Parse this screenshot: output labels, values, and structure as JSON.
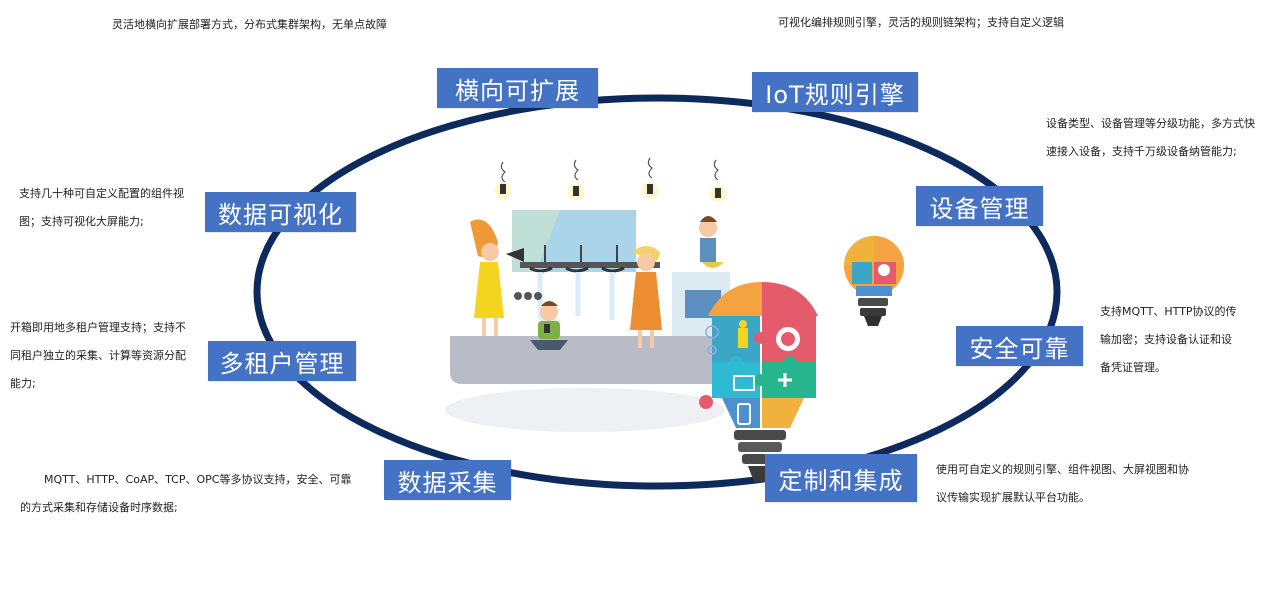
{
  "features": [
    {
      "id": "scale",
      "title": "横向可扩展",
      "desc": "灵活地横向扩展部署方式，分布式集群架构，无单点故障"
    },
    {
      "id": "iot-rules",
      "title": "IoT规则引擎",
      "desc": "可视化编排规则引擎，灵活的规则链架构；支持自定义逻辑"
    },
    {
      "id": "device",
      "title": "设备管理",
      "desc": "设备类型、设备管理等分级功能，多方式快速接入设备，支持千万级设备纳管能力;"
    },
    {
      "id": "visual",
      "title": "数据可视化",
      "desc": "支持几十种可自定义配置的组件视图；支持可视化大屏能力;"
    },
    {
      "id": "tenant",
      "title": "多租户管理",
      "desc": "开箱即用地多租户管理支持；支持不同租户独立的采集、计算等资源分配能力;"
    },
    {
      "id": "security",
      "title": "安全可靠",
      "desc": "支持MQTT、HTTP协议的传输加密；支持设备认证和设备凭证管理。"
    },
    {
      "id": "collect",
      "title": "数据采集",
      "desc": "MQTT、HTTP、CoAP、TCP、OPC等多协议支持，安全、可靠的方式采集和存储设备时序数据;"
    },
    {
      "id": "custom",
      "title": "定制和集成",
      "desc": "使用可自定义的规则引擎、组件视图、大屏视图和协议传输实现扩展默认平台功能。"
    }
  ],
  "colors": {
    "label_bg": "#4472c4",
    "ring": "#0d2a5c"
  }
}
